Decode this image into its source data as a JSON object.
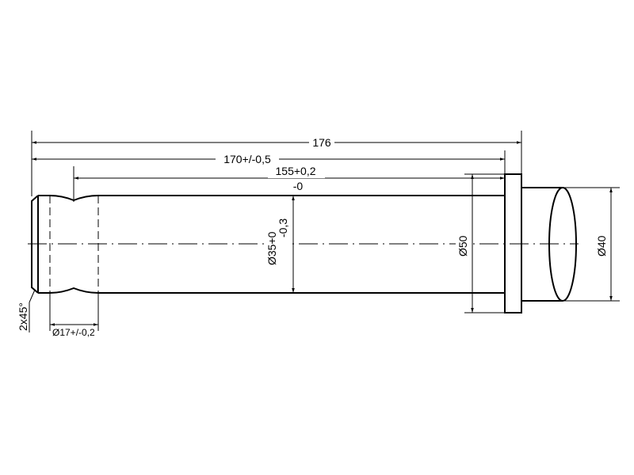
{
  "drawing": {
    "title": "Pin shaft technical drawing",
    "line_color": "#000000",
    "background": "#ffffff",
    "dimensions": {
      "overall_length": "176",
      "length_to_flange": "170+/-0,5",
      "groove_to_flange_upper": "155+0,2",
      "groove_to_flange_lower": "-0",
      "shaft_diameter_upper": "Ø35+0",
      "shaft_diameter_lower": "-0,3",
      "flange_diameter": "Ø50",
      "head_diameter": "Ø40",
      "groove_diameter": "Ø17+/-0,2",
      "chamfer": "2x45°"
    }
  }
}
